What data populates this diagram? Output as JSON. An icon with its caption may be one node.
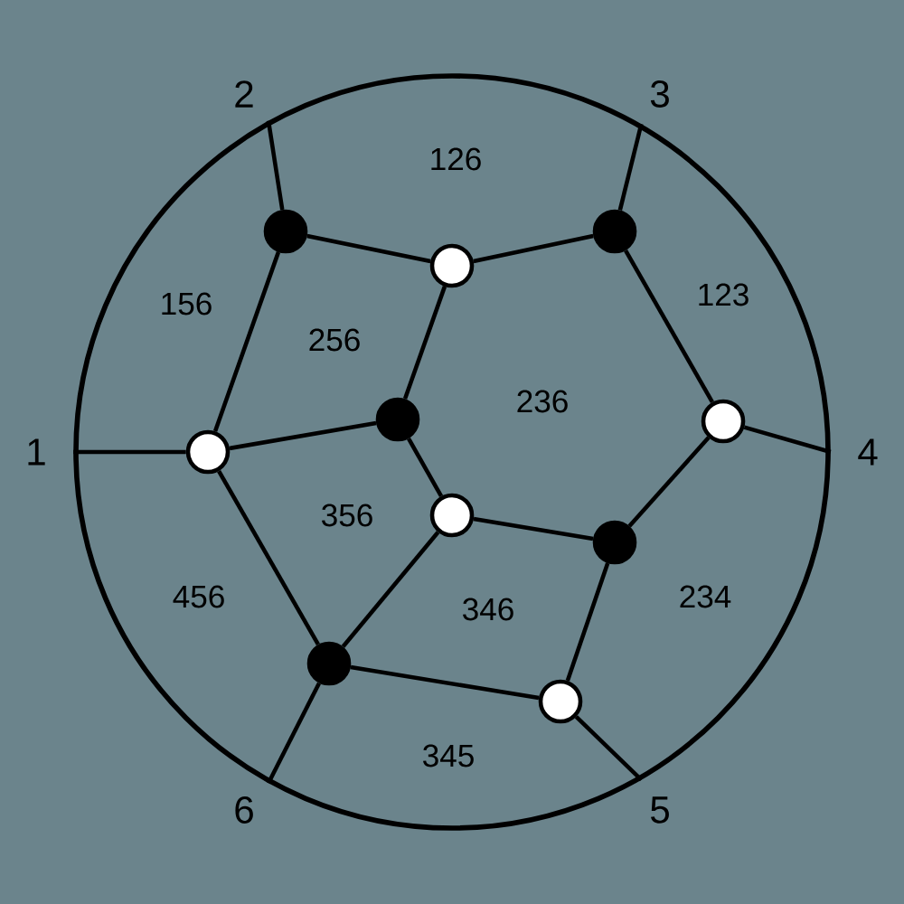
{
  "diagram": {
    "nodes": [
      {
        "text": [],
        "shape": "circle"
      },
      {
        "text": [],
        "shape": "dot",
        "in": 0
      },
      {
        "text": [],
        "shape": "dot",
        "in": 0
      },
      {
        "text": [],
        "shape": "circle",
        "in": 0
      },
      {
        "text": [],
        "shape": "dot",
        "in": 0
      },
      {
        "text": [],
        "shape": "circle",
        "in": 0
      },
      {
        "text": [],
        "shape": "circle",
        "in": 0
      },
      {
        "text": [],
        "shape": "circle",
        "in": 0
      },
      {
        "text": [],
        "shape": "dot",
        "in": 0
      },
      {
        "text": [],
        "shape": "dot",
        "in": 0
      },
      {
        "text": [],
        "shape": "circle",
        "in": 0
      }
    ],
    "edges": [
      {
        "from": 6,
        "to": 0,
        "arrow": "none"
      },
      {
        "from": 1,
        "to": 0,
        "arrow": "none"
      },
      {
        "from": 2,
        "to": 0,
        "arrow": "none"
      },
      {
        "from": 5,
        "to": 0,
        "arrow": "none"
      },
      {
        "from": 10,
        "to": 0,
        "arrow": "none"
      },
      {
        "from": 9,
        "to": 0,
        "arrow": "none"
      },
      {
        "from": 1,
        "to": 3,
        "arrow": "none"
      },
      {
        "from": 3,
        "to": 2,
        "arrow": "none"
      },
      {
        "from": 2,
        "to": 5,
        "arrow": "none"
      },
      {
        "from": 5,
        "to": 8,
        "arrow": "none"
      },
      {
        "from": 8,
        "to": 10,
        "arrow": "none"
      },
      {
        "from": 10,
        "to": 9,
        "arrow": "none"
      },
      {
        "from": 9,
        "to": 6,
        "arrow": "none"
      },
      {
        "from": 6,
        "to": 1,
        "arrow": "none"
      },
      {
        "from": 3,
        "to": 4,
        "arrow": "none"
      },
      {
        "from": 4,
        "to": 6,
        "arrow": "none"
      },
      {
        "from": 4,
        "to": 7,
        "arrow": "none"
      },
      {
        "from": 7,
        "to": 8,
        "arrow": "none"
      },
      {
        "from": 7,
        "to": 9,
        "arrow": "none"
      }
    ],
    "labels": [
      "2",
      "3",
      "126",
      "156",
      "123",
      "256",
      "236",
      "1",
      "4",
      "356",
      "456",
      "346",
      "234",
      "345",
      "6",
      "5"
    ]
  }
}
